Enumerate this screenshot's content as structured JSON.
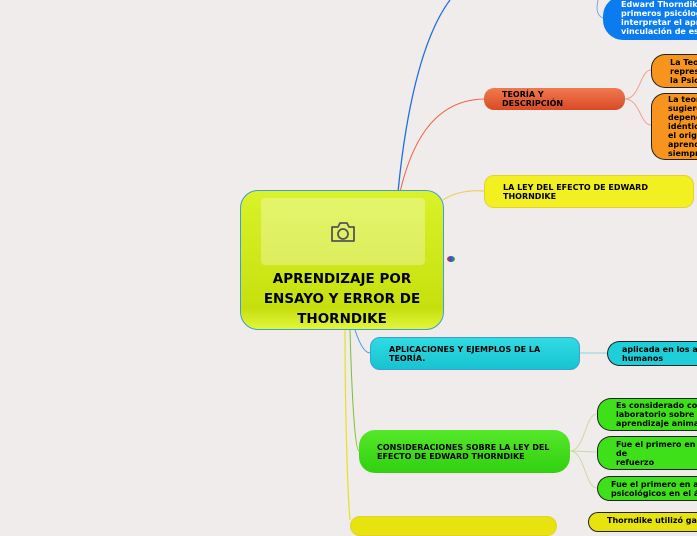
{
  "central": {
    "title": "APRENDIZAJE POR ENSAYO Y ERROR DE THORNDIKE",
    "icon": "camera-icon"
  },
  "branches": [
    {
      "label": "TEORÍA Y DESCRIPCIÓN",
      "color": "#e8603a",
      "children": [
        "La Teo\nrepres\nla Psic",
        "La teorí\nsugiere\ndepend\nidéntico\nel orige\naprendi\nsiempre"
      ]
    },
    {
      "label": "LA LEY DEL EFECTO DE EDWARD THORNDIKE",
      "color": "#f0ee1e",
      "children": []
    },
    {
      "label": "APLICACIONES Y EJEMPLOS DE LA TEORÍA.",
      "color": "#1ecfd9",
      "children": [
        "aplicada en los anim\nhumanos"
      ]
    },
    {
      "label": "CONSIDERACIONES SOBRE LA LEY DEL EFECTO DE EDWARD THORNDIKE",
      "color": "#3ee01a",
      "children": [
        "Es considerado como\nlaboratorio sobre\naprendizaje animal",
        "Fue el primero en la\nde\nrefuerzo",
        "Fue el primero en apli\npsicológicos en el área"
      ]
    },
    {
      "label": "",
      "color": "#e6e30e",
      "children": [
        "Thorndike utilizó gatos e"
      ]
    }
  ],
  "top_node": "Edward Thorndike\nprimeros psicólogo\ninterpretar el apre\nvinculación de est",
  "top_color": "#0a7cf0"
}
